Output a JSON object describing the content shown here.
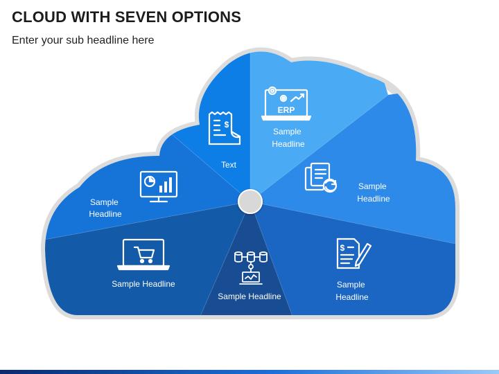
{
  "header": {
    "title": "CLOUD WITH SEVEN OPTIONS",
    "subtitle": "Enter your sub headline here"
  },
  "segments": [
    {
      "id": "erp",
      "icon": "erp-laptop-icon",
      "label_lines": [
        "Sample",
        "Headline"
      ],
      "color": "#4aaaf4"
    },
    {
      "id": "reports",
      "icon": "documents-refresh-icon",
      "label_lines": [
        "Sample",
        "Headline"
      ],
      "color": "#2e8ae8"
    },
    {
      "id": "invoice",
      "icon": "invoice-pen-icon",
      "label_lines": [
        "Sample",
        "Headline"
      ],
      "color": "#1a66c2"
    },
    {
      "id": "database",
      "icon": "database-network-icon",
      "label_lines": [
        "Sample Headline"
      ],
      "color": "#184c93"
    },
    {
      "id": "shopping",
      "icon": "shopping-cart-laptop-icon",
      "label_lines": [
        "Sample Headline"
      ],
      "color": "#135aa8"
    },
    {
      "id": "analytics",
      "icon": "analytics-monitor-icon",
      "label_lines": [
        "Sample",
        "Headline"
      ],
      "color": "#1674d9"
    },
    {
      "id": "text",
      "icon": "receipt-icon",
      "label_lines": [
        "Text"
      ],
      "color": "#0d7ee6"
    }
  ],
  "colors": {
    "cloud_border": "#dcdcdc",
    "hub": "#d8d8d8",
    "footer_gradient": [
      "#0a2a6b",
      "#1e6fd9",
      "#9cc9f5"
    ]
  }
}
